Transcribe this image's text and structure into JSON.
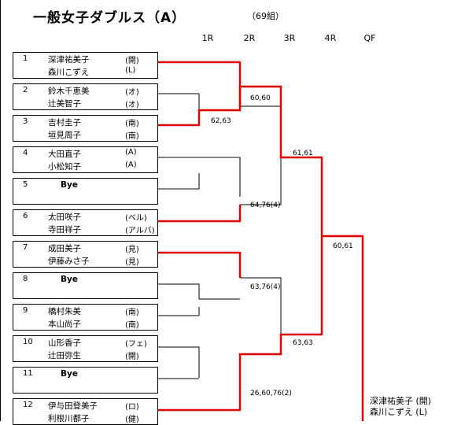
{
  "header": {
    "title": "一般女子ダブルス（A）",
    "subtitle": "（69組）"
  },
  "rounds": [
    "1R",
    "2R",
    "3R",
    "4R",
    "QF"
  ],
  "entries": [
    {
      "seed": "1",
      "players": [
        {
          "name": "深津祐美子",
          "aff": "(開)"
        },
        {
          "name": "森川こずえ",
          "aff": "(L)"
        }
      ]
    },
    {
      "seed": "2",
      "players": [
        {
          "name": "鈴木千恵美",
          "aff": "(オ)"
        },
        {
          "name": "辻美智子",
          "aff": "(オ)"
        }
      ]
    },
    {
      "seed": "3",
      "players": [
        {
          "name": "吉村圭子",
          "aff": "(南)"
        },
        {
          "name": "垣見周子",
          "aff": "(南)"
        }
      ]
    },
    {
      "seed": "4",
      "players": [
        {
          "name": "大田直子",
          "aff": "(A)"
        },
        {
          "name": "小松知子",
          "aff": "(A)"
        }
      ]
    },
    {
      "seed": "5",
      "bye": "Bye"
    },
    {
      "seed": "6",
      "players": [
        {
          "name": "太田咲子",
          "aff": "(ベル)"
        },
        {
          "name": "寺田祥子",
          "aff": "(アルバ)"
        }
      ]
    },
    {
      "seed": "7",
      "players": [
        {
          "name": "成田美子",
          "aff": "(見)"
        },
        {
          "name": "伊藤みさ子",
          "aff": "(見)"
        }
      ]
    },
    {
      "seed": "8",
      "bye": "Bye"
    },
    {
      "seed": "9",
      "players": [
        {
          "name": "橋村朱美",
          "aff": "(南)"
        },
        {
          "name": "本山尚子",
          "aff": "(南)"
        }
      ]
    },
    {
      "seed": "10",
      "players": [
        {
          "name": "山形香子",
          "aff": "(フェ)"
        },
        {
          "name": "辻田弥生",
          "aff": "(開)"
        }
      ]
    },
    {
      "seed": "11",
      "bye": "Bye"
    },
    {
      "seed": "12",
      "players": [
        {
          "name": "伊与田登美子",
          "aff": "(ロ)"
        },
        {
          "name": "利根川都子",
          "aff": "(健)"
        }
      ]
    }
  ],
  "scores": {
    "m2_3": "62,63",
    "m1_23": "60,60",
    "m4_56": "64,76(4)",
    "m_upper_3r": "61,61",
    "m7_89": "63,76(4)",
    "m10_1112": "26,60,76(2)",
    "m_lower_3r": "63,63",
    "m_4r": "60,61"
  },
  "winner": {
    "line1": "深津祐美子 (開)",
    "line2": "森川こずえ (L)"
  },
  "colors": {
    "winner_line": "#e00000",
    "line": "#000000"
  }
}
